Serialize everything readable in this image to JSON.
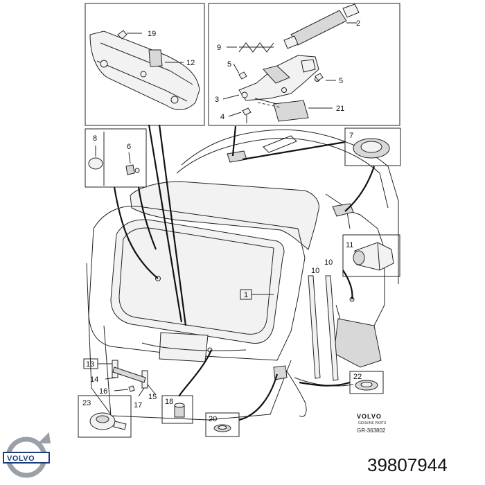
{
  "callouts": {
    "n19": "19",
    "n12": "12",
    "n2": "2",
    "n9": "9",
    "n5a": "5",
    "n3": "3",
    "n4": "4",
    "n21": "21",
    "n5b": "5",
    "n8": "8",
    "n6": "6",
    "n7": "7",
    "n11": "11",
    "n10a": "10",
    "n10b": "10",
    "n1": "1",
    "n13": "13",
    "n14": "14",
    "n16": "16",
    "n15": "15",
    "n17": "17",
    "n23": "23",
    "n18": "18",
    "n20": "20",
    "n22": "22"
  },
  "brand": {
    "name": "VOLVO",
    "sub": "GENUINE PARTS",
    "ref": "GR-363802"
  },
  "logo": {
    "text": "VOLVO",
    "color": "#1a3d7c"
  },
  "part_number": "39807944"
}
